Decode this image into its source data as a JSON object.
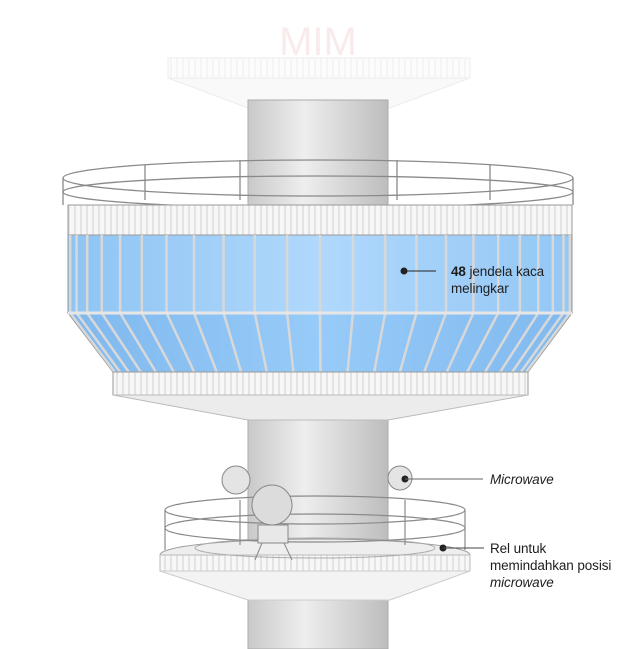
{
  "logo_text": "MIM",
  "annotations": {
    "windows": {
      "count": "48",
      "text_line1": "jendela kaca",
      "text_line2": "melingkar"
    },
    "microwave": {
      "text": "Microwave"
    },
    "rail": {
      "line1": "Rel untuk",
      "line2": "memindahkan posisi",
      "line3": "microwave"
    }
  },
  "colors": {
    "glass": "#a9d3fb",
    "glass_lower": "#8ec4f6",
    "structure": "#f2f2f2",
    "outline": "#8a8a8a",
    "leader": "#222222"
  }
}
